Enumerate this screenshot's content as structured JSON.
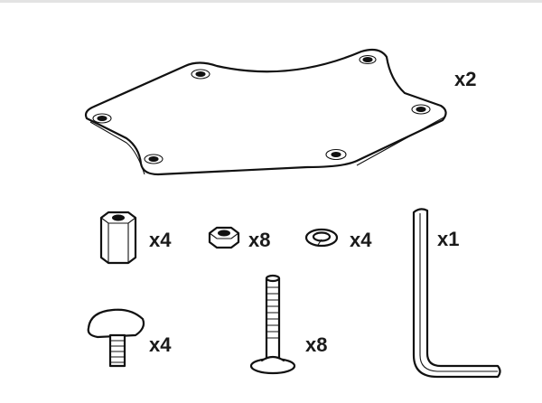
{
  "parts": [
    {
      "id": "mounting-plate",
      "quantity": "x2"
    },
    {
      "id": "standoff",
      "quantity": "x4"
    },
    {
      "id": "hex-nut",
      "quantity": "x8"
    },
    {
      "id": "lock-washer",
      "quantity": "x4"
    },
    {
      "id": "hex-key",
      "quantity": "x1"
    },
    {
      "id": "thumb-screw",
      "quantity": "x4"
    },
    {
      "id": "bolt",
      "quantity": "x8"
    }
  ]
}
